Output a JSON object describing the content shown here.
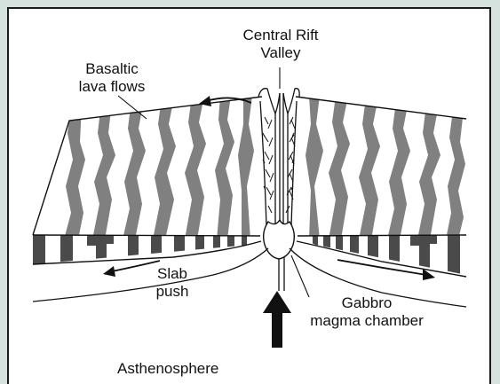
{
  "labels": {
    "central_rift_valley": [
      "Central Rift",
      "Valley"
    ],
    "basaltic_lava_flows": [
      "Basaltic",
      "lava flows"
    ],
    "slab_push": [
      "Slab",
      "push"
    ],
    "gabbro_magma_chamber": [
      "Gabbro",
      "magma chamber"
    ],
    "asthenosphere": "Asthenosphere"
  },
  "colors": {
    "outer_background": "#d5e2de",
    "stripe_gray": "#808080",
    "dike_dark": "#4a4a4a",
    "ink": "#111111"
  }
}
